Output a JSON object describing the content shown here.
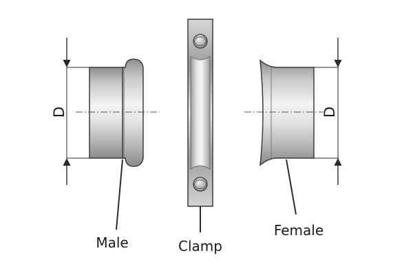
{
  "diagram": {
    "parts": {
      "male": {
        "label": "Male",
        "dimension_label": "D"
      },
      "clamp": {
        "label": "Clamp"
      },
      "female": {
        "label": "Female",
        "dimension_label": "D"
      }
    },
    "colors": {
      "outline": "#3a3a3a",
      "metal_dark": "#8d8d8d",
      "metal_light": "#f1f1f1",
      "metal_mid": "#c4c4c4",
      "background": "#ffffff"
    }
  }
}
